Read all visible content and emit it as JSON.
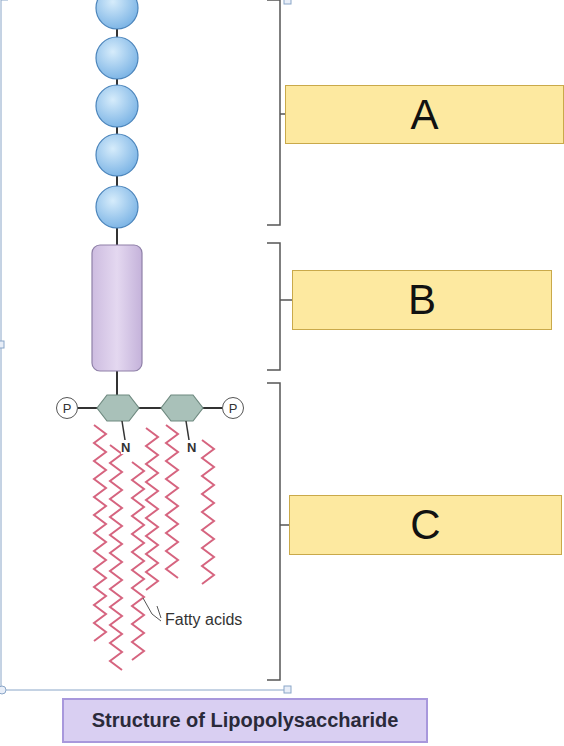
{
  "diagram": {
    "caption": "Structure of Lipopolysaccharide",
    "nodes": [
      {
        "text": [
          "A"
        ]
      },
      {
        "text": [
          "B"
        ]
      },
      {
        "text": [
          "P"
        ]
      },
      {
        "text": [
          "P"
        ]
      },
      {
        "text": [
          "C"
        ]
      }
    ],
    "labels": [
      "N",
      "N",
      "Fatty acids"
    ]
  }
}
